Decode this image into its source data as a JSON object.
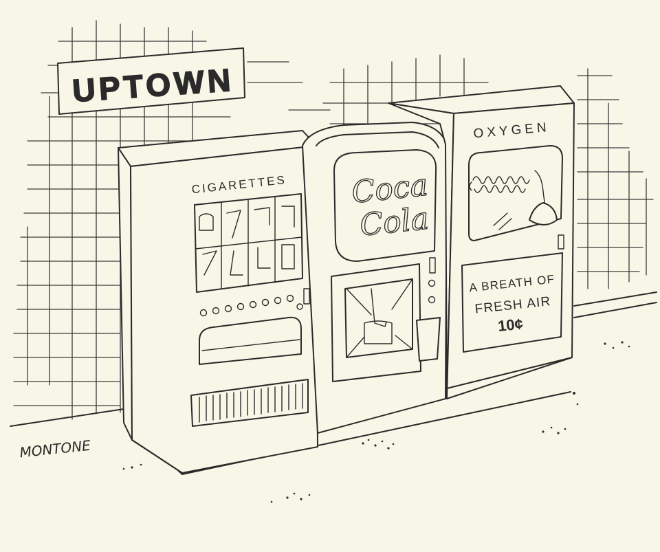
{
  "sign": {
    "text": "UPTOWN"
  },
  "machines": {
    "cigarettes": {
      "label": "CIGARETTES"
    },
    "coke": {
      "line1": "Coca",
      "line2": "Cola"
    },
    "oxygen": {
      "label": "OXYGEN",
      "line1": "A BREATH OF",
      "line2": "FRESH AIR",
      "price": "10¢"
    }
  },
  "signature": {
    "text": "MONTONE"
  }
}
